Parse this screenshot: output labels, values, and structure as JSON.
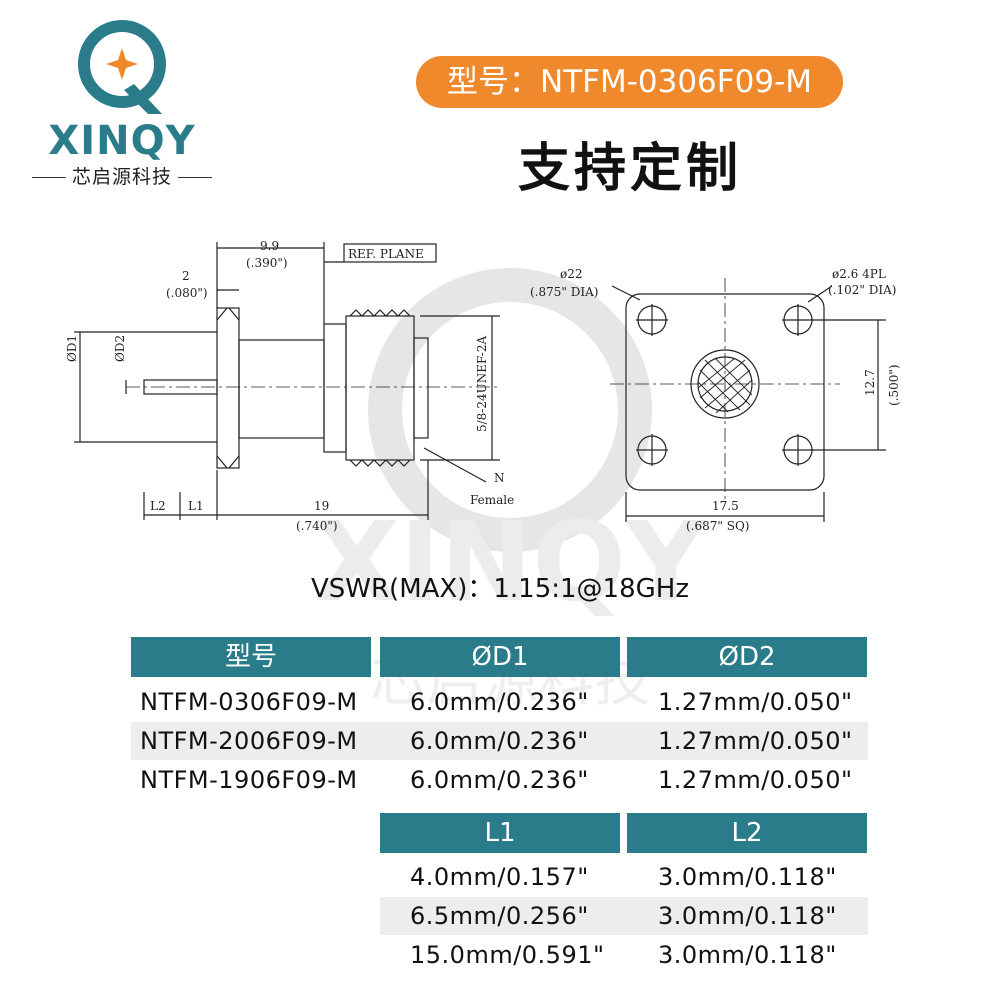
{
  "brand": {
    "logo_letter": "Q",
    "name": "XINQY",
    "sub": "芯启源科技"
  },
  "model_pill": "型号：NTFM-0306F09-M",
  "custom_title": "支持定制",
  "drawing": {
    "side": {
      "dim_9_9": "9.9",
      "dim_390": "(.390\")",
      "ref_plane": "REF. PLANE",
      "dim_2": "2",
      "dim_080": "(.080\")",
      "d1": "ØD1",
      "d2": "ØD2",
      "thread": "5/8-24UNEF-2A",
      "n_label": "N",
      "female": "Female",
      "l2": "L2",
      "l1": "L1",
      "dim_19": "19",
      "dim_740": "(.740\")"
    },
    "front": {
      "dia22": "ø22",
      "dia22_in": "(.875\" DIA)",
      "dia26": "ø2.6  4PL",
      "dia26_in": "(.102\" DIA)",
      "dim_12_7": "12.7",
      "dim_500": "(.500\")",
      "dim_17_5": "17.5",
      "dim_687": "(.687\"  SQ)"
    }
  },
  "watermark": {
    "word": "XINQY",
    "sub": "芯启源科技"
  },
  "vswr": "VSWR(MAX)：1.15:1@18GHz",
  "table1": {
    "headers": [
      "型号",
      "ØD1",
      "ØD2"
    ],
    "rows": [
      [
        "NTFM-0306F09-M",
        "6.0mm/0.236\"",
        "1.27mm/0.050\""
      ],
      [
        "NTFM-2006F09-M",
        "6.0mm/0.236\"",
        "1.27mm/0.050\""
      ],
      [
        "NTFM-1906F09-M",
        "6.0mm/0.236\"",
        "1.27mm/0.050\""
      ]
    ]
  },
  "table2": {
    "headers": [
      "L1",
      "L2"
    ],
    "rows": [
      [
        "4.0mm/0.157\"",
        "3.0mm/0.118\""
      ],
      [
        "6.5mm/0.256\"",
        "3.0mm/0.118\""
      ],
      [
        "15.0mm/0.591\"",
        "3.0mm/0.118\""
      ]
    ]
  },
  "colors": {
    "teal": "#2a7c8a",
    "orange": "#f0892c",
    "shade": "#ededed"
  }
}
